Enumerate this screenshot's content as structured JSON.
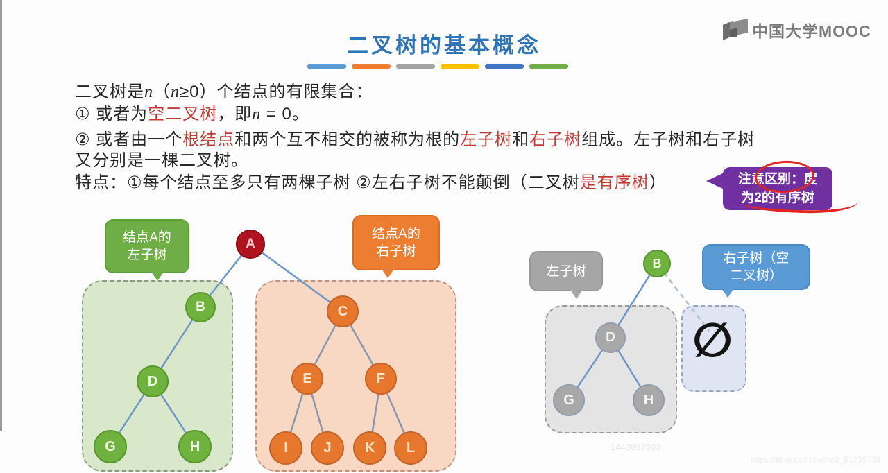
{
  "logo": {
    "label": "中国大学MOOC"
  },
  "header": {
    "title": "二叉树的基本概念",
    "bar_colors": [
      "#5b9bd5",
      "#ed7d31",
      "#a5a5a5",
      "#ffc000",
      "#4472c4",
      "#70ad47"
    ]
  },
  "definition": {
    "line1": {
      "a": "二叉树是",
      "b": "n",
      "c": "（",
      "d": "n",
      "e": "≥0）个结点的有限集合："
    },
    "line2": {
      "a": "① 或者为",
      "b": "空二叉树",
      "c": "，即",
      "d": "n",
      "e": " = 0。"
    },
    "line3": {
      "a": "② 或者由一个",
      "b": "根结点",
      "c": "和两个互不相交的被称为根的",
      "d": "左子树",
      "e": "和",
      "f": "右子树",
      "g": "组成。左子树和右子树"
    },
    "line4": "又分别是一棵二叉树。",
    "line5": {
      "a": "特点：①每个结点至多只有两棵子树 ②左右子树不能颠倒（二叉树",
      "b": "是有序树",
      "c": "）"
    }
  },
  "callout": {
    "line1": "注意区别：度",
    "line2": "为2的有序树",
    "bg": "#7030a0",
    "pen_color": "#e0251f"
  },
  "diagram_main": {
    "bubble_left": {
      "line1": "结点A的",
      "line2": "左子树"
    },
    "bubble_right": {
      "line1": "结点A的",
      "line2": "右子树"
    },
    "root": "A",
    "left_nodes": {
      "b": "B",
      "d": "D",
      "g": "G",
      "h": "H"
    },
    "right_nodes": {
      "c": "C",
      "e": "E",
      "f": "F",
      "i": "I",
      "j": "J",
      "k": "K",
      "l": "L"
    }
  },
  "diagram_example": {
    "bubble_left": "左子树",
    "bubble_right": {
      "line1": "右子树（空",
      "line2": "二叉树）"
    },
    "root": "B",
    "left_nodes": {
      "d": "D",
      "g": "G",
      "h": "H"
    },
    "empty_symbol": "∅"
  },
  "watermarks": {
    "id": "1443893503",
    "url": "https://blog.csdn.net/m0_51235738"
  },
  "colors": {
    "title": "#2f74b5",
    "emphasis_red": "#bf3a35",
    "edge_blue": "#6d96c8",
    "edge_muted": "#8a96ad"
  }
}
